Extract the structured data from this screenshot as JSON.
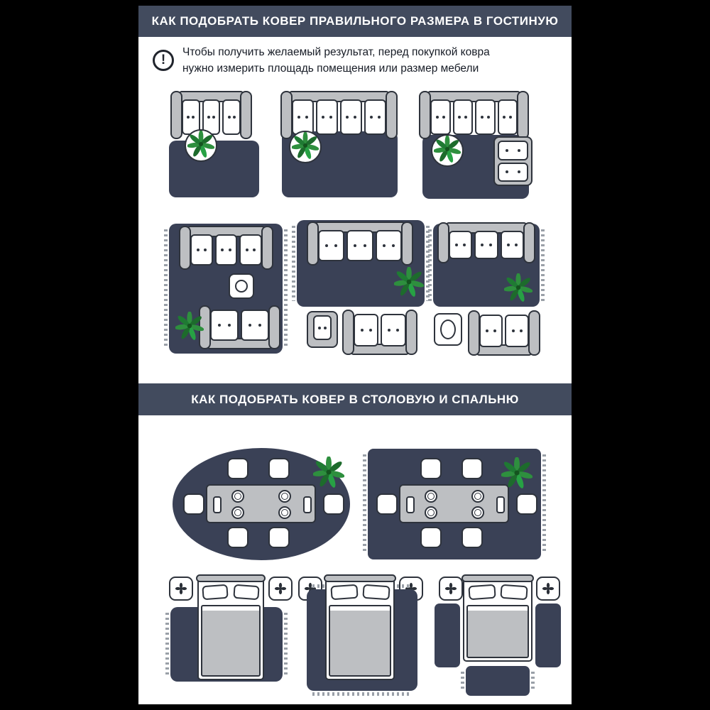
{
  "canvas": {
    "background": "#000000"
  },
  "colors": {
    "header_bg": "#424b5e",
    "panel_bg": "#ffffff",
    "rug": "#3a4156",
    "furn": "#bdbfc2",
    "line": "#2e333c",
    "text": "#171c26",
    "fringe": "#9aa0a8",
    "plant_light": "#2e8f3e",
    "plant_dark": "#1d6b2c"
  },
  "sections": {
    "living": {
      "title": "КАК ПОДОБРАТЬ КОВЕР ПРАВИЛЬНОГО РАЗМЕРА В ГОСТИНУЮ"
    },
    "dining_bedroom": {
      "title": "КАК ПОДОБРАТЬ КОВЕР В СТОЛОВУЮ И СПАЛЬНЮ"
    }
  },
  "note": {
    "icon_glyph": "!",
    "line1": "Чтобы получить желаемый результат, перед покупкой ковра",
    "line2": "нужно измерить площадь помещения или размер мебели"
  }
}
